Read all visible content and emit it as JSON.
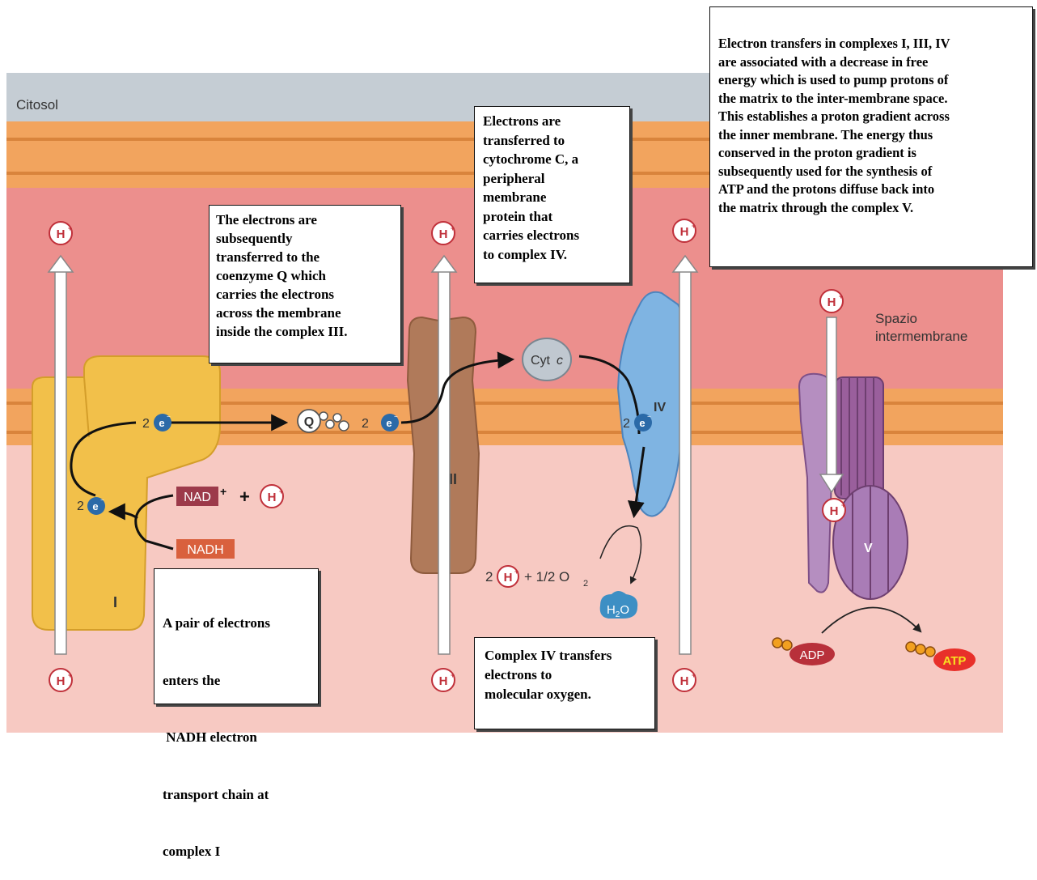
{
  "labels": {
    "citosol": "Citosol",
    "spazio_line1": "Spazio",
    "spazio_line2": "intermembrane",
    "hplus_base": "H",
    "hplus_sup": "+",
    "electron_base": "e",
    "electron_sup": "−",
    "two": "2",
    "q": "Q",
    "cyt": "Cyt ",
    "cyt_c": "c",
    "complex_1": "I",
    "complex_3": "III",
    "complex_4": "IV",
    "complex_5": "V",
    "nad": "NAD",
    "nad_sup": "+",
    "nadh": "NADH",
    "plus": "+",
    "oxygen": "+ 1/2 O",
    "oxygen_sub": "2",
    "water_h": "H",
    "water_sub": "2",
    "water_o": "O",
    "adp": "ADP",
    "atp": "ATP"
  },
  "notes": {
    "coenzyme_q": [
      "The electrons are",
      "subsequently",
      "transferred to the",
      "coenzyme Q which",
      "carries the electrons",
      "across the membrane",
      "inside the complex III."
    ],
    "cytochrome_c": [
      "Electrons are",
      "transferred to",
      "cytochrome C, a",
      "peripheral",
      "membrane",
      "protein that",
      "carries electrons",
      "to complex IV."
    ],
    "proton_gradient": [
      "Electron transfers in complexes I, III, IV",
      "are associated with a decrease in free",
      "energy which is used to pump protons of",
      "the matrix to the inter-membrane space.",
      "This establishes a proton gradient across",
      "the inner membrane. The energy thus",
      "conserved in the proton gradient is",
      "subsequently used for the synthesis of",
      "ATP and the protons diffuse back into",
      "the matrix through the complex V."
    ],
    "complex_1": [
      "A pair of electrons",
      "enters the",
      " NADH electron",
      "transport chain at",
      "complex I"
    ],
    "complex_4": [
      "Complex IV transfers",
      "electrons to",
      "molecular oxygen."
    ]
  },
  "colors": {
    "cytosol": "#c5cdd4",
    "membrane_band": "#f2a45e",
    "intermembrane_space": "#ec8f8d",
    "matrix": "#f7c9c2",
    "complex_1": "#f2c04a",
    "complex_3": "#b07a5a",
    "complex_4": "#7fb4e2",
    "complex_5": "#a97cb6",
    "electron": "#2b6aa8",
    "nad_box": "#9c3a4a",
    "nadh_box": "#d9603d",
    "adp": "#b8303a",
    "atp": "#e8302a"
  }
}
